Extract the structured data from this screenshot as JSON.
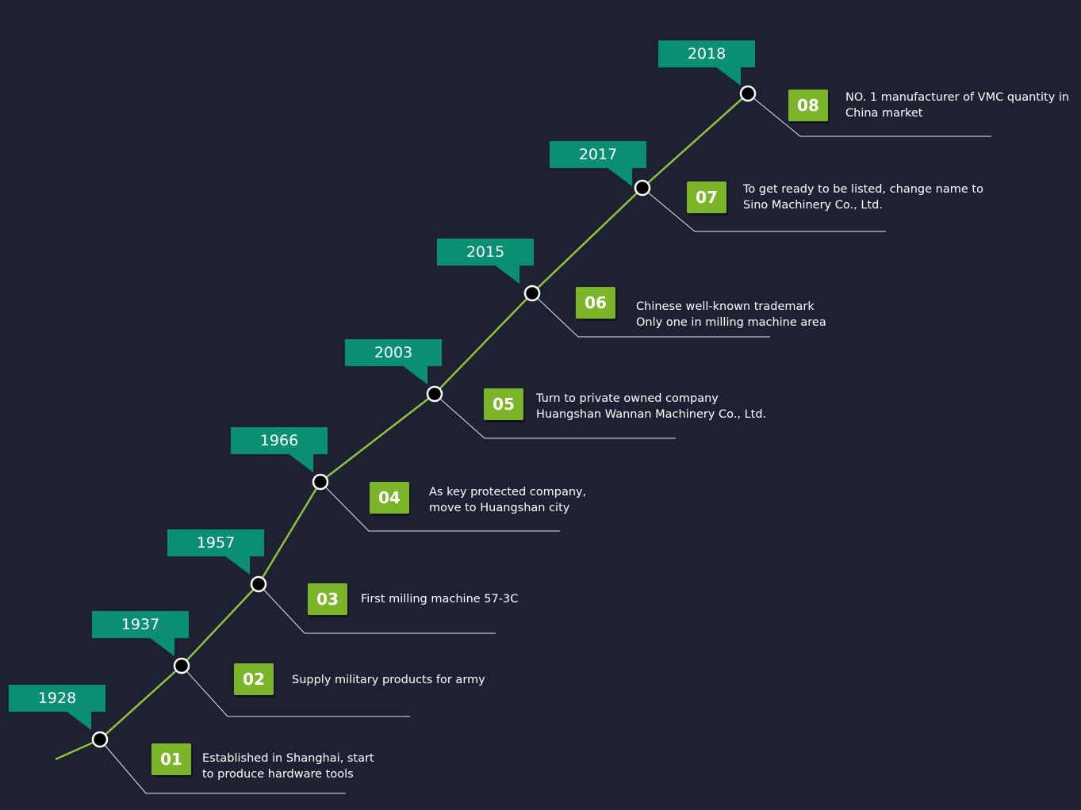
{
  "colors": {
    "background": "#1e2132",
    "spine": "#8cc63f",
    "year_tag": "#0b8f72",
    "badge": "#7db52a",
    "text": "#ffffff",
    "node_fill": "#000000",
    "node_stroke": "#ffffff"
  },
  "milestones": [
    {
      "year": "1928",
      "num": "01",
      "lines": [
        "Established in Shanghai, start",
        "to produce hardware tools"
      ]
    },
    {
      "year": "1937",
      "num": "02",
      "lines": [
        "Supply military products for army"
      ]
    },
    {
      "year": "1957",
      "num": "03",
      "lines": [
        "First milling machine 57-3C"
      ]
    },
    {
      "year": "1966",
      "num": "04",
      "lines": [
        "As key protected company,",
        "move to Huangshan city"
      ]
    },
    {
      "year": "2003",
      "num": "05",
      "lines": [
        "Turn to private owned company",
        "Huangshan Wannan Machinery Co., Ltd."
      ]
    },
    {
      "year": "2015",
      "num": "06",
      "lines": [
        "Chinese well-known trademark",
        "Only one in milling machine area"
      ]
    },
    {
      "year": "2017",
      "num": "07",
      "lines": [
        "To get ready to be listed, change name to",
        "Sino Machinery Co., Ltd."
      ]
    },
    {
      "year": "2018",
      "num": "08",
      "lines": [
        "NO. 1 manufacturer of VMC quantity in",
        "China market"
      ]
    }
  ]
}
